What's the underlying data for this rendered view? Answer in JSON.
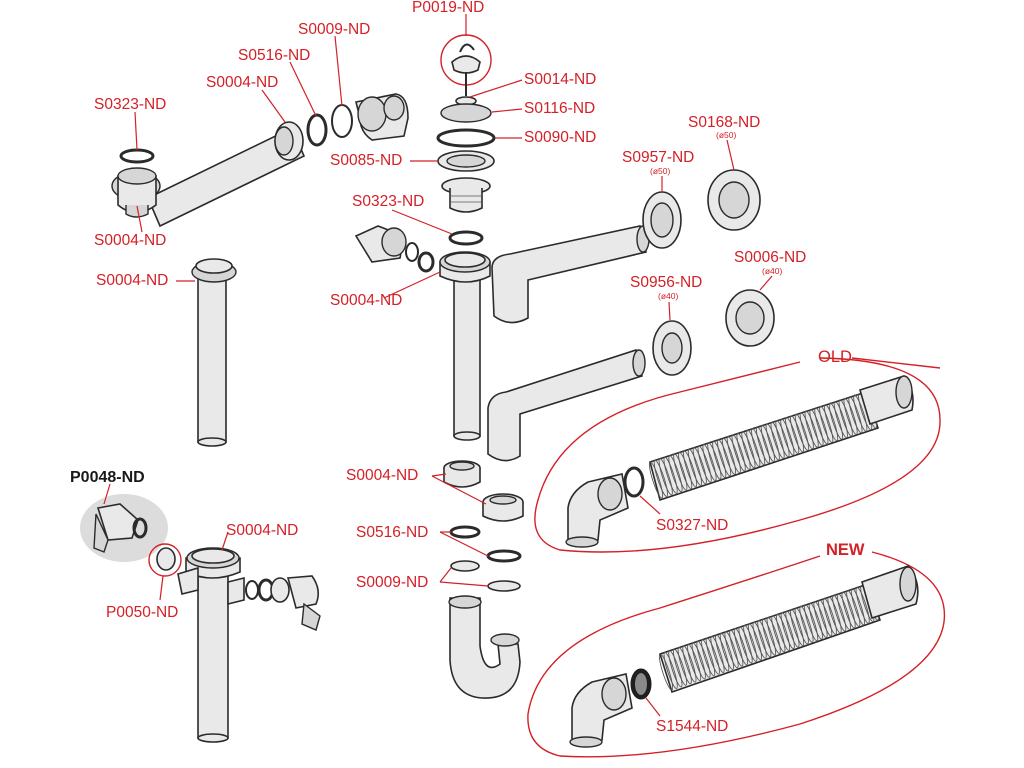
{
  "labels": {
    "p0019": "P0019-ND",
    "s0009_top": "S0009-ND",
    "s0516_top": "S0516-ND",
    "s0004_top": "S0004-ND",
    "s0323_left": "S0323-ND",
    "s0004_left": "S0004-ND",
    "s0004_tube": "S0004-ND",
    "s0014": "S0014-ND",
    "s0116": "S0116-ND",
    "s0090": "S0090-ND",
    "s0085": "S0085-ND",
    "s0323_mid": "S0323-ND",
    "s0004_mid": "S0004-ND",
    "s0168": "S0168-ND",
    "s0168_size": "(ø50)",
    "s0957": "S0957-ND",
    "s0957_size": "(ø50)",
    "s0006": "S0006-ND",
    "s0006_size": "(ø40)",
    "s0956": "S0956-ND",
    "s0956_size": "(ø40)",
    "p0048": "P0048-ND",
    "s0004_bl": "S0004-ND",
    "p0050": "P0050-ND",
    "s0004_trap": "S0004-ND",
    "s0516_trap": "S0516-ND",
    "s0009_trap": "S0009-ND",
    "s0327": "S0327-ND",
    "s1544": "S1544-ND"
  },
  "groups": {
    "old": "OLD",
    "new": "NEW"
  },
  "colors": {
    "callout": "#d42027",
    "line_art": "#2b2b2b",
    "fill": "#e9e9e9"
  }
}
